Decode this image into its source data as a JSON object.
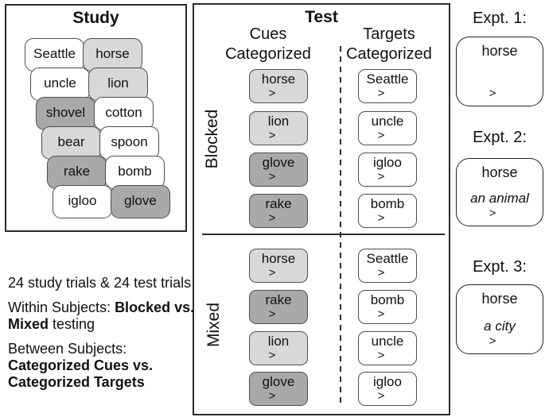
{
  "colors": {
    "light": "#d8d8d8",
    "dark": "#a9a9a9",
    "white": "#ffffff"
  },
  "study": {
    "title": "Study",
    "cards": [
      {
        "label": "Seattle",
        "shade": "white"
      },
      {
        "label": "horse",
        "shade": "light"
      },
      {
        "label": "uncle",
        "shade": "white"
      },
      {
        "label": "lion",
        "shade": "light"
      },
      {
        "label": "shovel",
        "shade": "dark"
      },
      {
        "label": "cotton",
        "shade": "white"
      },
      {
        "label": "bear",
        "shade": "light"
      },
      {
        "label": "spoon",
        "shade": "white"
      },
      {
        "label": "rake",
        "shade": "dark"
      },
      {
        "label": "bomb",
        "shade": "white"
      },
      {
        "label": "igloo",
        "shade": "white"
      },
      {
        "label": "glove",
        "shade": "dark"
      }
    ]
  },
  "test": {
    "title": "Test",
    "prompt": ">",
    "cues_header": {
      "line1": "Cues",
      "line2": "Categorized"
    },
    "targets_header": {
      "line1": "Targets",
      "line2": "Categorized"
    },
    "blocked": {
      "label": "Blocked",
      "cues": [
        {
          "label": "horse",
          "shade": "light"
        },
        {
          "label": "lion",
          "shade": "light"
        },
        {
          "label": "glove",
          "shade": "dark"
        },
        {
          "label": "rake",
          "shade": "dark"
        }
      ],
      "targets": [
        {
          "label": "Seattle",
          "shade": "white"
        },
        {
          "label": "uncle",
          "shade": "white"
        },
        {
          "label": "igloo",
          "shade": "white"
        },
        {
          "label": "bomb",
          "shade": "white"
        }
      ]
    },
    "mixed": {
      "label": "Mixed",
      "cues": [
        {
          "label": "horse",
          "shade": "light"
        },
        {
          "label": "rake",
          "shade": "dark"
        },
        {
          "label": "lion",
          "shade": "light"
        },
        {
          "label": "glove",
          "shade": "dark"
        }
      ],
      "targets": [
        {
          "label": "Seattle",
          "shade": "white"
        },
        {
          "label": "bomb",
          "shade": "white"
        },
        {
          "label": "uncle",
          "shade": "white"
        },
        {
          "label": "igloo",
          "shade": "white"
        }
      ]
    }
  },
  "experiments": [
    {
      "label": "Expt. 1:",
      "cue": "horse",
      "hint": "",
      "prompt": ">"
    },
    {
      "label": "Expt. 2:",
      "cue": "horse",
      "hint": "an animal",
      "prompt": ">"
    },
    {
      "label": "Expt. 3:",
      "cue": "horse",
      "hint": "a city",
      "prompt": ">"
    }
  ],
  "notes": {
    "trials": "24 study trials & 24 test trials",
    "within_prefix": "Within Subjects: ",
    "within_bold": "Blocked vs. Mixed",
    "within_suffix": " testing",
    "between_prefix": "Between Subjects:",
    "between_bold": "Categorized Cues vs. Categorized Targets"
  }
}
